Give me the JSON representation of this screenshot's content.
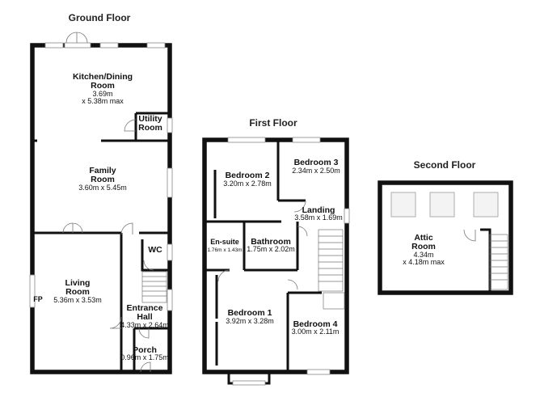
{
  "floors": {
    "ground": "Ground Floor",
    "first": "First Floor",
    "second": "Second Floor"
  },
  "rooms": {
    "kitchen": {
      "name1": "Kitchen/Dining",
      "name2": "Room",
      "dim1": "3.69m",
      "dim2": "x 5.38m max"
    },
    "utility": {
      "name1": "Utility",
      "name2": "Room"
    },
    "family": {
      "name1": "Family",
      "name2": "Room",
      "dim": "3.60m x 5.45m"
    },
    "wc": {
      "name": "WC"
    },
    "living": {
      "name1": "Living",
      "name2": "Room",
      "dim": "5.36m x 3.53m"
    },
    "fp": {
      "name": "FP"
    },
    "hall": {
      "name1": "Entrance",
      "name2": "Hall",
      "dim": "4.33m x 2.64m"
    },
    "porch": {
      "name": "Porch",
      "dim": "0.96m x 1.75m"
    },
    "bedroom2": {
      "name": "Bedroom 2",
      "dim": "3.20m x 2.78m"
    },
    "bedroom3": {
      "name": "Bedroom 3",
      "dim": "2.34m x 2.50m"
    },
    "landing": {
      "name": "Landing",
      "dim": "3.58m x 1.69m"
    },
    "ensuite": {
      "name": "En-suite",
      "dim": "1.76m x 1.43m"
    },
    "bathroom": {
      "name": "Bathroom",
      "dim": "1.75m x 2.02m"
    },
    "bedroom1": {
      "name": "Bedroom 1",
      "dim": "3.92m x 3.28m"
    },
    "bedroom4": {
      "name": "Bedroom 4",
      "dim": "3.00m x 2.11m"
    },
    "attic": {
      "name1": "Attic",
      "name2": "Room",
      "dim1": "4.34m",
      "dim2": "x 4.18m max"
    }
  }
}
